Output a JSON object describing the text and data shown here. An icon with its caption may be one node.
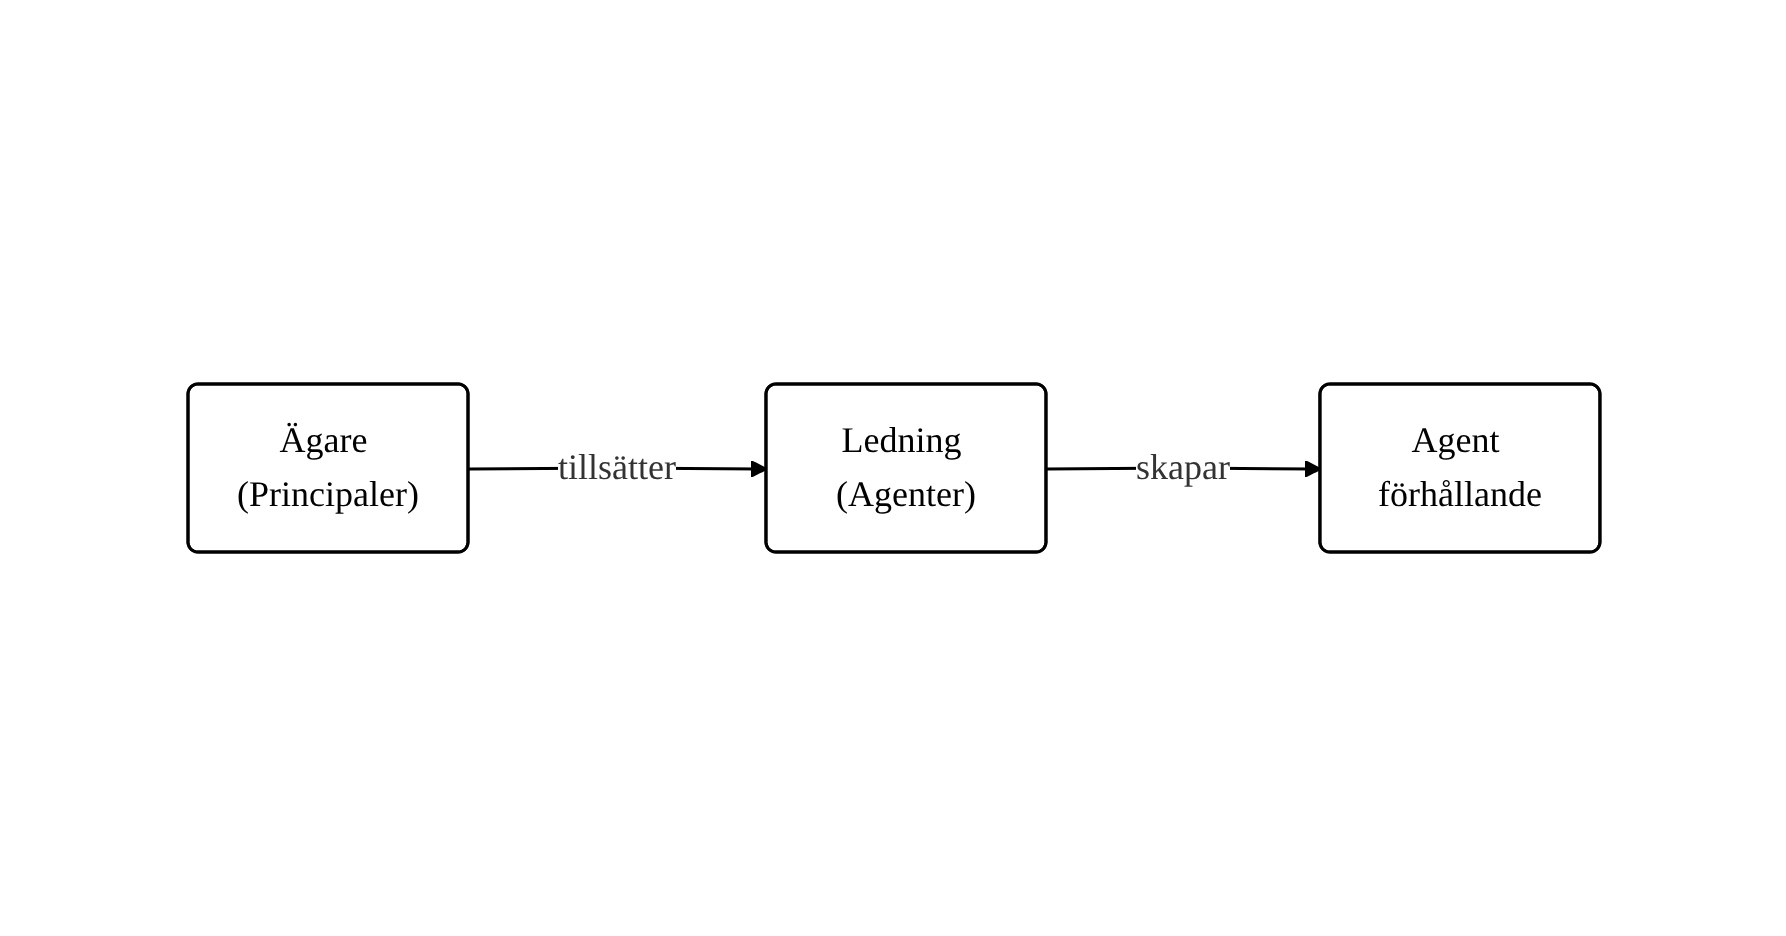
{
  "diagram": {
    "nodes": [
      {
        "text": [
          "Ägare (Principaler)"
        ]
      },
      {
        "text": [
          "Ledning (Agenter)"
        ]
      },
      {
        "text": [
          "Agent förhållande"
        ]
      }
    ],
    "edges": [
      {
        "from": 0,
        "to": 1,
        "label": "tillsätter",
        "arrow": "to"
      },
      {
        "from": 1,
        "to": 2,
        "label": "skapar",
        "arrow": "to"
      }
    ]
  }
}
